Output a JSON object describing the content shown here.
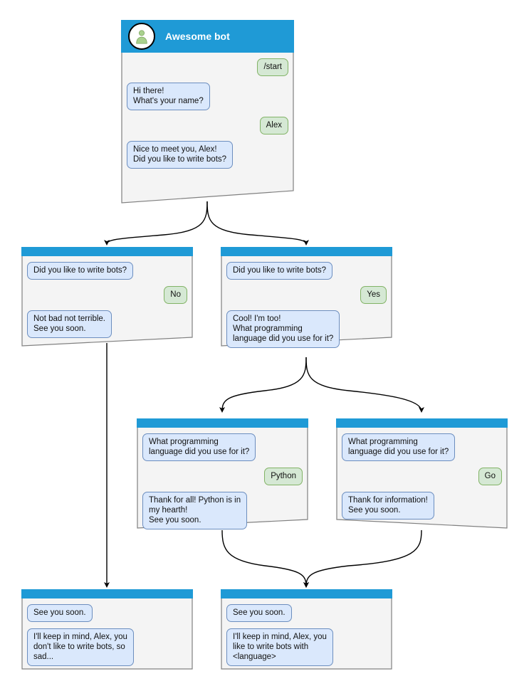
{
  "diagram": {
    "title": "Telegram bot conversation flow",
    "colors": {
      "header_blue": "#1f9ad6",
      "node_fill": "#f4f4f4",
      "node_stroke": "#808080",
      "bot_bubble_fill": "#dae8fc",
      "bot_bubble_stroke": "#6c8ebf",
      "user_bubble_fill": "#d5e8d4",
      "user_bubble_stroke": "#82b366",
      "edge_stroke": "#000000",
      "avatar_person": "#a9d18e"
    }
  },
  "nodes": [
    {
      "id": "start",
      "header": {
        "title": "Awesome bot",
        "avatar_icon": "person-avatar-icon",
        "show_avatar": true
      },
      "messages": [
        {
          "side": "right",
          "author": "user",
          "text": "/start"
        },
        {
          "side": "left",
          "author": "bot",
          "text": "Hi there!\nWhat's your name?"
        },
        {
          "side": "right",
          "author": "user",
          "text": "Alex"
        },
        {
          "side": "left",
          "author": "bot",
          "text": "Nice to meet you, Alex!\nDid you like to write bots?"
        }
      ]
    },
    {
      "id": "answer-no",
      "header": {
        "title": "",
        "show_avatar": false
      },
      "messages": [
        {
          "side": "left",
          "author": "bot",
          "text": "Did you like to write bots?"
        },
        {
          "side": "right",
          "author": "user",
          "text": "No"
        },
        {
          "side": "left",
          "author": "bot",
          "text": "Not bad not terrible.\nSee you soon."
        }
      ]
    },
    {
      "id": "answer-yes",
      "header": {
        "title": "",
        "show_avatar": false
      },
      "messages": [
        {
          "side": "left",
          "author": "bot",
          "text": "Did you like to write bots?"
        },
        {
          "side": "right",
          "author": "user",
          "text": "Yes"
        },
        {
          "side": "left",
          "author": "bot",
          "text": "Cool! I'm too!\nWhat programming\nlanguage did you use for it?"
        }
      ]
    },
    {
      "id": "answer-python",
      "header": {
        "title": "",
        "show_avatar": false
      },
      "messages": [
        {
          "side": "left",
          "author": "bot",
          "text": "What programming\nlanguage did you use for it?"
        },
        {
          "side": "right",
          "author": "user",
          "text": "Python"
        },
        {
          "side": "left",
          "author": "bot",
          "text": "Thank for all! Python is in\nmy hearth!\nSee you soon."
        }
      ]
    },
    {
      "id": "answer-go",
      "header": {
        "title": "",
        "show_avatar": false
      },
      "messages": [
        {
          "side": "left",
          "author": "bot",
          "text": "What programming\nlanguage did you use for it?"
        },
        {
          "side": "right",
          "author": "user",
          "text": "Go"
        },
        {
          "side": "left",
          "author": "bot",
          "text": "Thank for information!\nSee you soon."
        }
      ]
    },
    {
      "id": "end-sad",
      "header": {
        "title": "",
        "show_avatar": false
      },
      "messages": [
        {
          "side": "left",
          "author": "bot",
          "text": "See you soon."
        },
        {
          "side": "left",
          "author": "bot",
          "text": "I'll keep in mind, Alex, you\ndon't like to write bots, so\nsad..."
        }
      ]
    },
    {
      "id": "end-happy",
      "header": {
        "title": "",
        "show_avatar": false
      },
      "messages": [
        {
          "side": "left",
          "author": "bot",
          "text": "See you soon."
        },
        {
          "side": "left",
          "author": "bot",
          "text": "I'll keep in mind, Alex, you\nlike to write bots with\n<language>"
        }
      ]
    }
  ],
  "edges": [
    {
      "from": "start",
      "to": "answer-no"
    },
    {
      "from": "start",
      "to": "answer-yes"
    },
    {
      "from": "answer-no",
      "to": "end-sad"
    },
    {
      "from": "answer-yes",
      "to": "answer-python"
    },
    {
      "from": "answer-yes",
      "to": "answer-go"
    },
    {
      "from": "answer-python",
      "to": "end-happy"
    },
    {
      "from": "answer-go",
      "to": "end-happy"
    }
  ]
}
